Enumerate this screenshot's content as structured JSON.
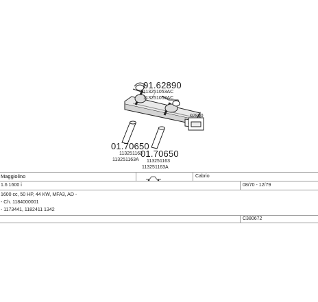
{
  "diagram": {
    "main_part": {
      "number": "01.62890",
      "sub1": "113251053AC",
      "sub2": "113251053AC"
    },
    "small_part": {
      "number": "02800"
    },
    "left_pipe": {
      "number": "01.70650",
      "sub1": "113251163",
      "sub2": "113251163A"
    },
    "right_pipe": {
      "number": "01.70650",
      "sub1": "113251163",
      "sub2": "113251163A"
    }
  },
  "table": {
    "model": "Maggiolino",
    "body": "Cabrio",
    "engine": "1.6 1600 i",
    "years": "08/70 - 12/79",
    "spec": "1600 cc, 50 HP, 44 KW, MFA3, AD -",
    "code_line": "- Ch. 1184000001",
    "extra_line": "- 1173441, 1182411 1342",
    "catalog": "C380672"
  }
}
